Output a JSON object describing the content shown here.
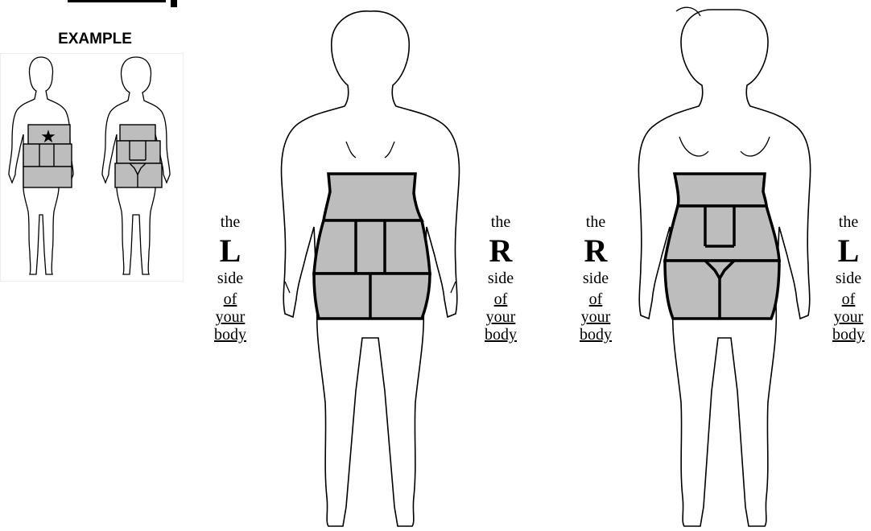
{
  "example": {
    "title": "EXAMPLE"
  },
  "labels": [
    {
      "the": "the",
      "letter": "L",
      "side": "side",
      "of": "of",
      "your": "your",
      "body": "body"
    },
    {
      "the": "the",
      "letter": "R",
      "side": "side",
      "of": "of",
      "your": "your",
      "body": "body"
    },
    {
      "the": "the",
      "letter": "R",
      "side": "side",
      "of": "of",
      "your": "your",
      "body": "body"
    },
    {
      "the": "the",
      "letter": "L",
      "side": "side",
      "of": "of",
      "your": "your",
      "body": "body"
    }
  ],
  "colors": {
    "region_fill": "#bdbdbd",
    "outline": "#000000",
    "background": "#ffffff"
  },
  "icons": [
    "star-icon"
  ]
}
